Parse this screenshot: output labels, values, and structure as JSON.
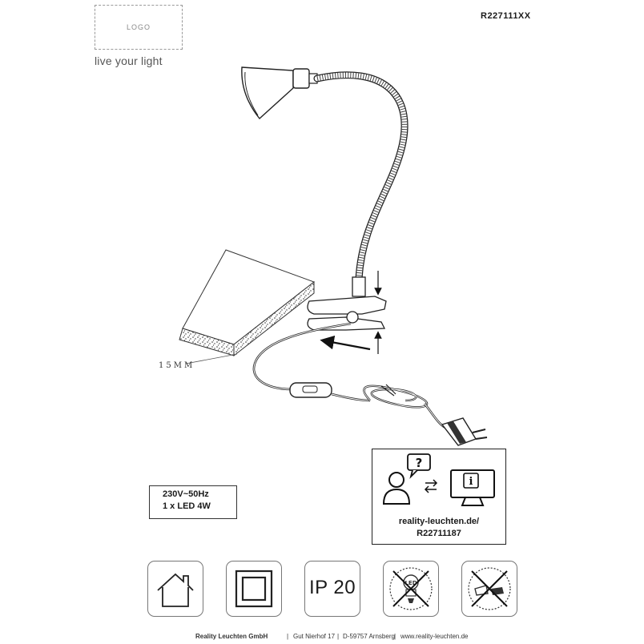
{
  "header": {
    "tagline": "live your light",
    "article_number": "R227111XX"
  },
  "diagram": {
    "thickness_label": "15MM"
  },
  "specs": {
    "line1": "230V~50Hz",
    "line2": "1 x LED 4W"
  },
  "info_panel": {
    "url_line1": "reality-leuchten.de/",
    "url_line2": "R22711187",
    "icons": [
      "person-icon",
      "question-bubble-icon",
      "exchange-arrows-icon",
      "monitor-info-icon"
    ]
  },
  "symbols": {
    "items": [
      "indoor-house-icon",
      "protection-class-2-icon",
      "ip-rating",
      "no-led-replacement-icon",
      "no-disassembly-icon"
    ],
    "ip_rating": "IP 20"
  },
  "footer": {
    "company": "Reality Leuchten GmbH",
    "address": "Gut Nierhof 17",
    "city": "D-59757 Arnsberg",
    "website": "www.reality-leuchten.de",
    "separator": "|"
  },
  "colors": {
    "ink": "#1a1a1a",
    "line": "#222222",
    "muted": "#777777"
  }
}
